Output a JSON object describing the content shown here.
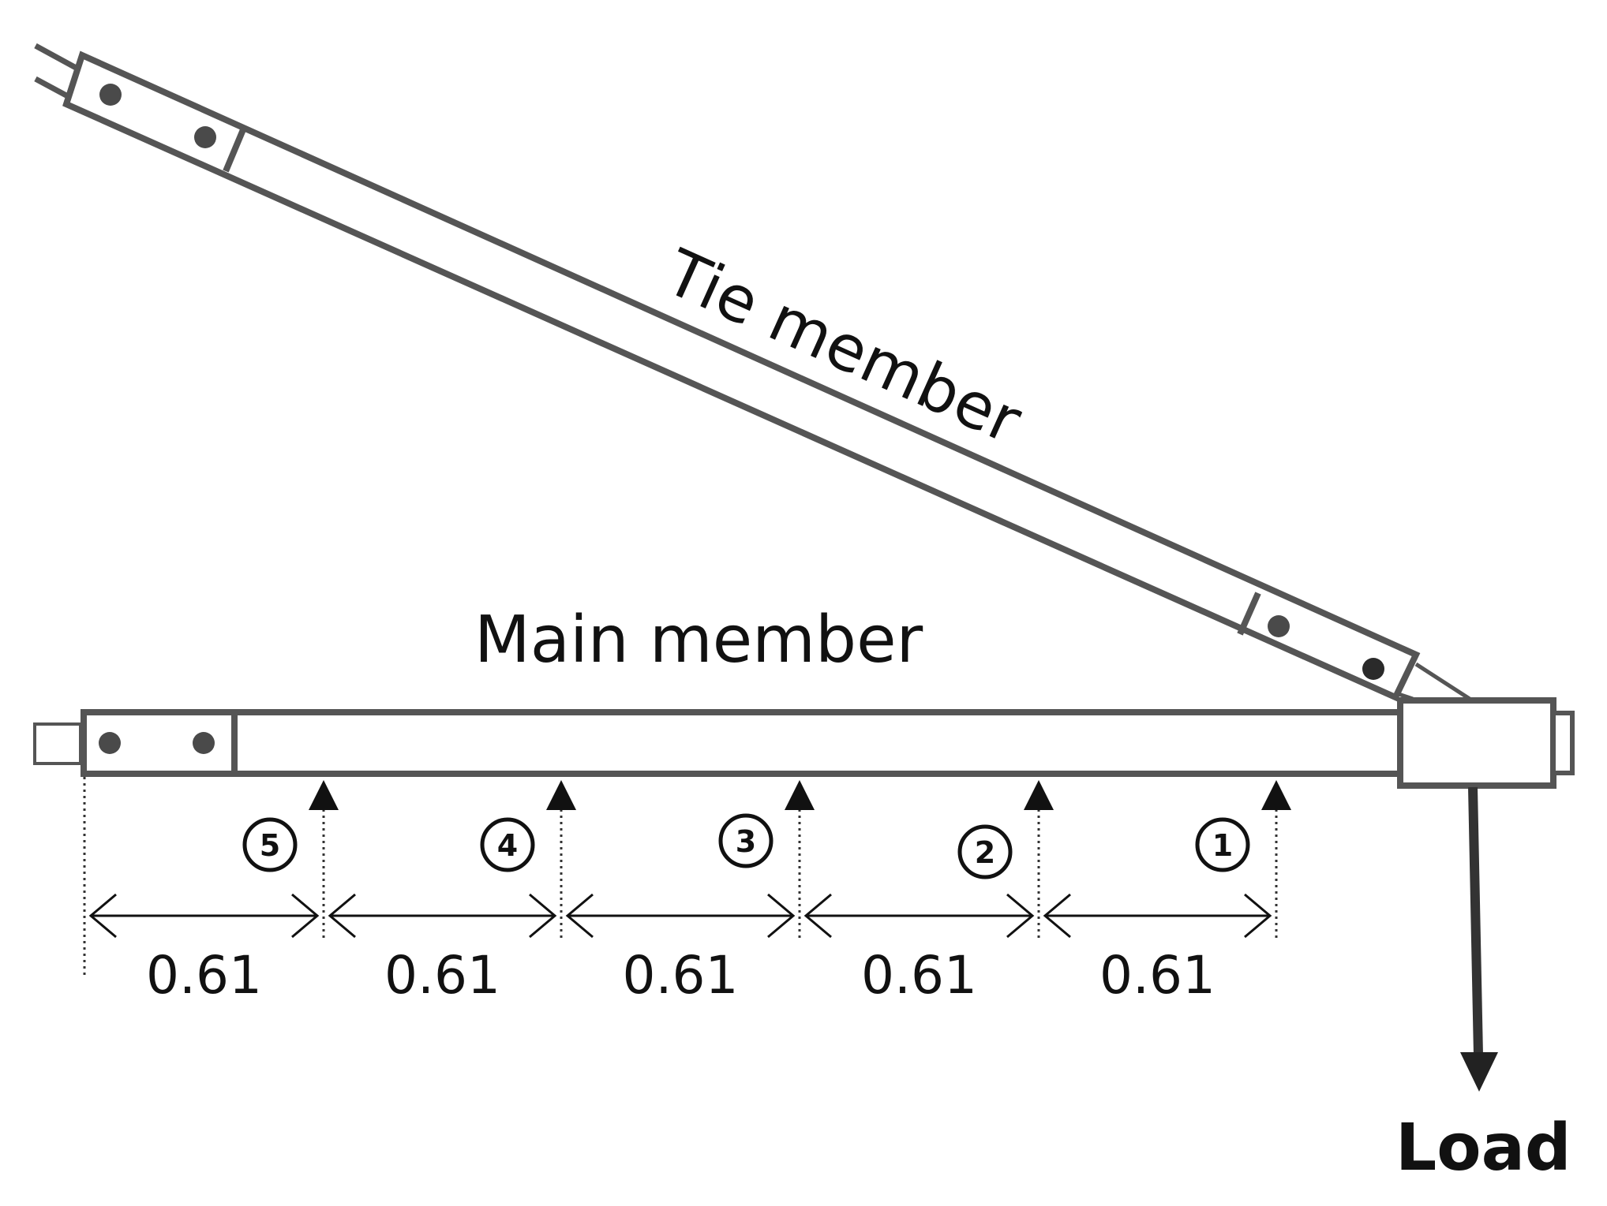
{
  "labels": {
    "tie_member": "Tie member",
    "main_member": "Main member",
    "load": "Load"
  },
  "supports": [
    {
      "id": "5",
      "spacing_label": "0.61"
    },
    {
      "id": "4",
      "spacing_label": "0.61"
    },
    {
      "id": "3",
      "spacing_label": "0.61"
    },
    {
      "id": "2",
      "spacing_label": "0.61"
    },
    {
      "id": "1",
      "spacing_label": "0.61"
    }
  ],
  "colors": {
    "stroke": "#555555",
    "dark": "#222222",
    "bolt": "#4a4a4a",
    "text": "#111111"
  }
}
